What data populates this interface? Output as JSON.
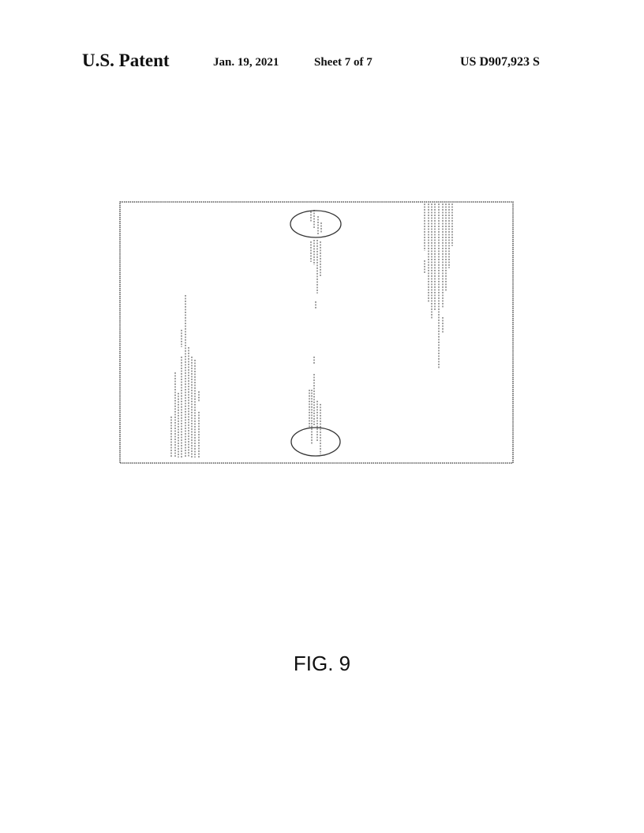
{
  "header": {
    "publication": "U.S. Patent",
    "date": "Jan. 19, 2021",
    "sheet": "Sheet 7 of 7",
    "patent_number": "US D907,923 S"
  },
  "figure": {
    "caption": "FIG. 9",
    "line_color": "#333333"
  }
}
